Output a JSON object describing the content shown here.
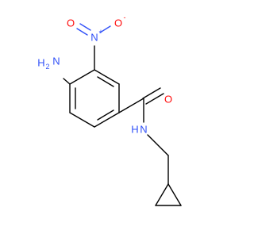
{
  "molecule": {
    "atoms": {
      "amine_n": "N",
      "amine_h": "H",
      "amine_h_count": "2",
      "nitro_n": "N",
      "nitro_n_charge": "+",
      "nitro_o_top": "O",
      "nitro_o_right": "O",
      "nitro_o_charge": "-",
      "carbonyl_o": "O",
      "amide_n": "N",
      "amide_h": "H"
    },
    "colors": {
      "bond": "#000000",
      "nitrogen": "#3050F8",
      "oxygen": "#FF0D0D"
    }
  }
}
